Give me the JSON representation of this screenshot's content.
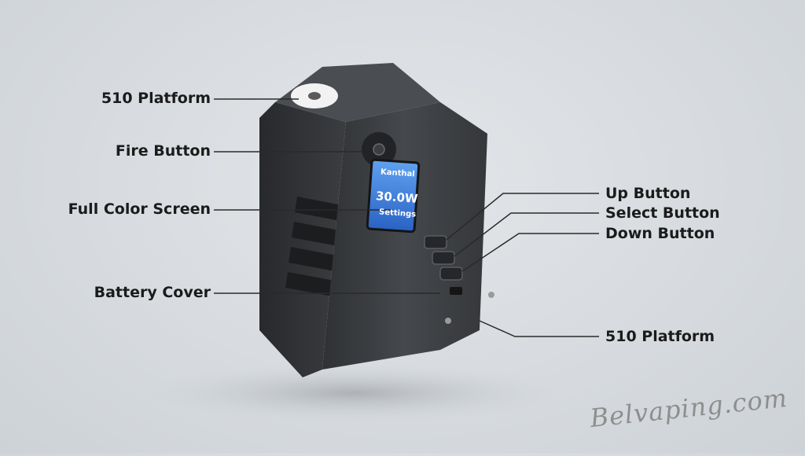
{
  "labels": {
    "platform_top": "510 Platform",
    "fire_button": "Fire Button",
    "screen": "Full Color Screen",
    "battery_cover": "Battery Cover",
    "up_button": "Up Button",
    "select_button": "Select Button",
    "down_button": "Down Button",
    "platform_bottom": "510 Platform"
  },
  "screen_display": {
    "profile": "Kanthal",
    "power": "30.0W",
    "menu": "Settings"
  },
  "watermark": "Belvaping.com",
  "colors": {
    "background": "#d6dade",
    "device_body": "#3a3c3f",
    "screen": "#3a7bd5",
    "label_text": "#1b1b1b"
  }
}
